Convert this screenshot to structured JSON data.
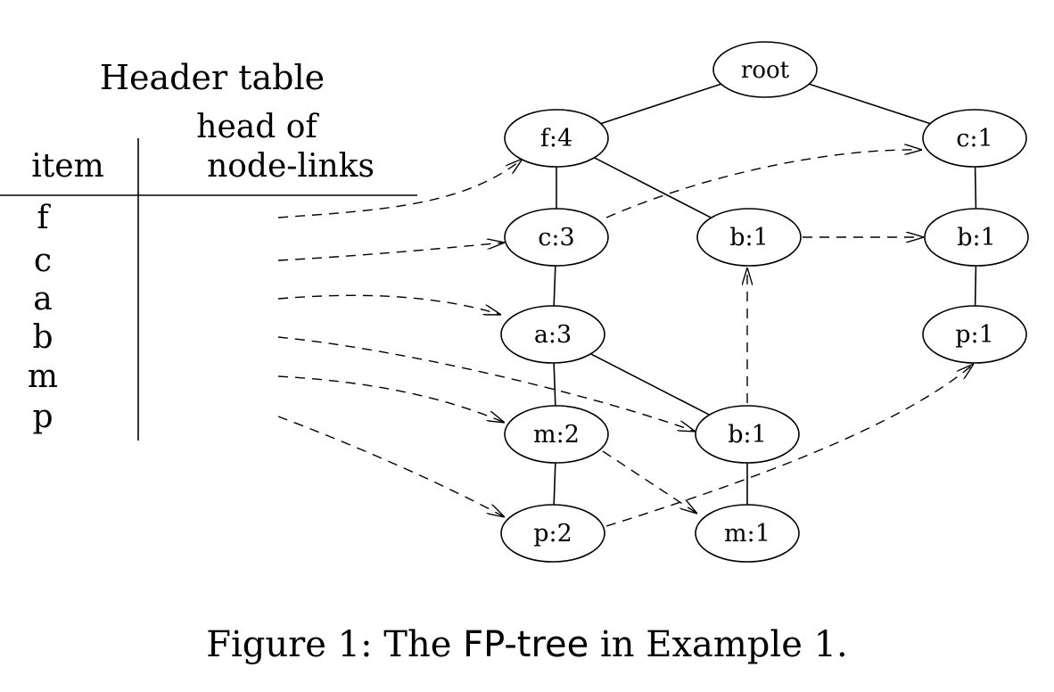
{
  "header_table": {
    "title": "Header table",
    "col_item": "item",
    "col_links_line1": "head of",
    "col_links_line2": "node-links",
    "items": [
      "f",
      "c",
      "a",
      "b",
      "m",
      "p"
    ]
  },
  "tree": {
    "nodes": [
      {
        "id": "root",
        "label": "root"
      },
      {
        "id": "f4",
        "label": "f:4"
      },
      {
        "id": "c3",
        "label": "c:3"
      },
      {
        "id": "a3",
        "label": "a:3"
      },
      {
        "id": "m2",
        "label": "m:2"
      },
      {
        "id": "p2",
        "label": "p:2"
      },
      {
        "id": "b1_a",
        "label": "b:1"
      },
      {
        "id": "b1_b",
        "label": "b:1"
      },
      {
        "id": "m1",
        "label": "m:1"
      },
      {
        "id": "c1",
        "label": "c:1"
      },
      {
        "id": "b1_c",
        "label": "b:1"
      },
      {
        "id": "p1",
        "label": "p:1"
      }
    ],
    "edges": [
      [
        "root",
        "f4"
      ],
      [
        "root",
        "c1"
      ],
      [
        "f4",
        "c3"
      ],
      [
        "f4",
        "b1_a"
      ],
      [
        "c3",
        "a3"
      ],
      [
        "a3",
        "m2"
      ],
      [
        "a3",
        "b1_b"
      ],
      [
        "m2",
        "p2"
      ],
      [
        "b1_b",
        "m1"
      ],
      [
        "c1",
        "b1_c"
      ],
      [
        "b1_c",
        "p1"
      ]
    ],
    "node_links": [
      [
        "item_f",
        "f4"
      ],
      [
        "item_c",
        "c3"
      ],
      [
        "item_a",
        "a3"
      ],
      [
        "item_b",
        "b1_b"
      ],
      [
        "item_m",
        "m2"
      ],
      [
        "item_p",
        "p2"
      ],
      [
        "c3",
        "c1"
      ],
      [
        "b1_a",
        "b1_c"
      ],
      [
        "b1_b",
        "b1_a"
      ],
      [
        "m2",
        "m1"
      ],
      [
        "p2",
        "p1"
      ]
    ]
  },
  "caption": {
    "prefix": "Figure 1: The ",
    "emph": "FP-tree",
    "suffix": " in Example 1."
  }
}
